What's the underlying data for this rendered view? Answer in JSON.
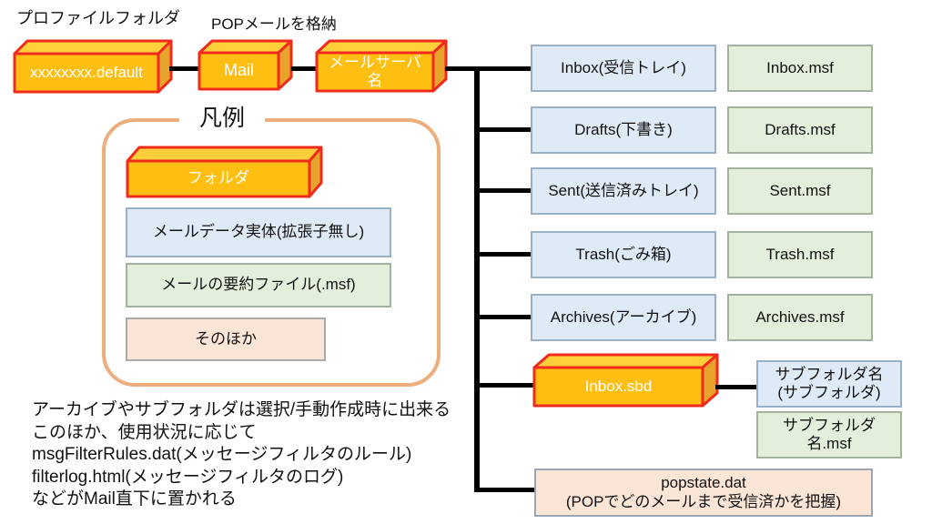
{
  "title_labels": {
    "profile_folder": "プロファイルフォルダ",
    "pop_storage": "POPメールを格納"
  },
  "chain": {
    "profile_box": "xxxxxxxx.default",
    "mail_box": "Mail",
    "server_box": "メールサーバ\n名"
  },
  "legend": {
    "title": "凡例",
    "folder": "フォルダ",
    "mail_data": "メールデータ実体(拡張子無し)",
    "summary": "メールの要約ファイル(.msf)",
    "other": "そのほか"
  },
  "folders": [
    {
      "name": "Inbox(受信トレイ)",
      "msf": "Inbox.msf"
    },
    {
      "name": "Drafts(下書き)",
      "msf": "Drafts.msf"
    },
    {
      "name": "Sent(送信済みトレイ)",
      "msf": "Sent.msf"
    },
    {
      "name": "Trash(ごみ箱)",
      "msf": "Trash.msf"
    },
    {
      "name": "Archives(アーカイブ)",
      "msf": "Archives.msf"
    }
  ],
  "subfolder": {
    "sbd_box": "Inbox.sbd",
    "name_box": "サブフォルダ名\n(サブフォルダ)",
    "msf_box": "サブフォルダ\n名.msf"
  },
  "popstate_box": "popstate.dat\n(POPでどのメールまで受信済かを把握)",
  "notes": [
    "アーカイブやサブフォルダは選択/手動作成時に出来る",
    "このほか、使用状況に応じて",
    "msgFilterRules.dat(メッセージフィルタのルール)",
    "filterlog.html(メッセージフィルタのログ)",
    "などがMail直下に置かれる"
  ],
  "colors": {
    "folder_front": "#ffbf12",
    "folder_top": "#ffcf3b",
    "folder_side": "#e8a32c",
    "folder_border": "#f02b1d",
    "mail_data_fill": "#deeaf6",
    "mail_data_border": "#9ab0c9",
    "summary_fill": "#e4efdb",
    "summary_border": "#a3b29b",
    "other_fill": "#fbe5d6",
    "other_border": "#a9a9a9",
    "legend_border": "#edad7d",
    "connector": "#000000"
  }
}
